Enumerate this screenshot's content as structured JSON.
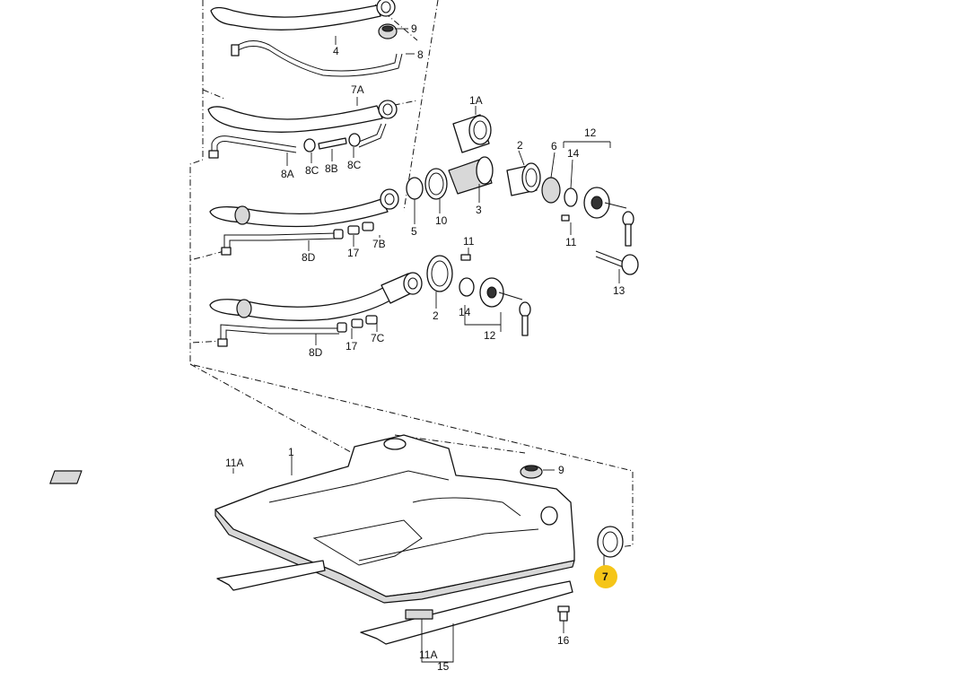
{
  "diagram": {
    "labels": [
      {
        "id": "l4",
        "text": "4"
      },
      {
        "id": "l9a",
        "text": "9"
      },
      {
        "id": "l8",
        "text": "8"
      },
      {
        "id": "l7a",
        "text": "7A"
      },
      {
        "id": "l1a",
        "text": "1A"
      },
      {
        "id": "l12a",
        "text": "12"
      },
      {
        "id": "l2a",
        "text": "2"
      },
      {
        "id": "l6",
        "text": "6"
      },
      {
        "id": "l14a",
        "text": "14"
      },
      {
        "id": "l8a",
        "text": "8A"
      },
      {
        "id": "l8c1",
        "text": "8C"
      },
      {
        "id": "l8b",
        "text": "8B"
      },
      {
        "id": "l8c2",
        "text": "8C"
      },
      {
        "id": "l5",
        "text": "5"
      },
      {
        "id": "l10",
        "text": "10"
      },
      {
        "id": "l3",
        "text": "3"
      },
      {
        "id": "l11a",
        "text": "11"
      },
      {
        "id": "l8d1",
        "text": "8D"
      },
      {
        "id": "l17a",
        "text": "17"
      },
      {
        "id": "l7b",
        "text": "7B"
      },
      {
        "id": "l11b",
        "text": "11"
      },
      {
        "id": "l13",
        "text": "13"
      },
      {
        "id": "l2b",
        "text": "2"
      },
      {
        "id": "l14b",
        "text": "14"
      },
      {
        "id": "l12b",
        "text": "12"
      },
      {
        "id": "l8d2",
        "text": "8D"
      },
      {
        "id": "l17b",
        "text": "17"
      },
      {
        "id": "l7c",
        "text": "7C"
      },
      {
        "id": "l11aa",
        "text": "11A"
      },
      {
        "id": "l1",
        "text": "1"
      },
      {
        "id": "l9b",
        "text": "9"
      },
      {
        "id": "l7",
        "text": "7"
      },
      {
        "id": "l16",
        "text": "16"
      },
      {
        "id": "l11ab",
        "text": "11A"
      },
      {
        "id": "l15",
        "text": "15"
      }
    ],
    "highlight": {
      "label": "7",
      "color": "#f5c518"
    }
  }
}
